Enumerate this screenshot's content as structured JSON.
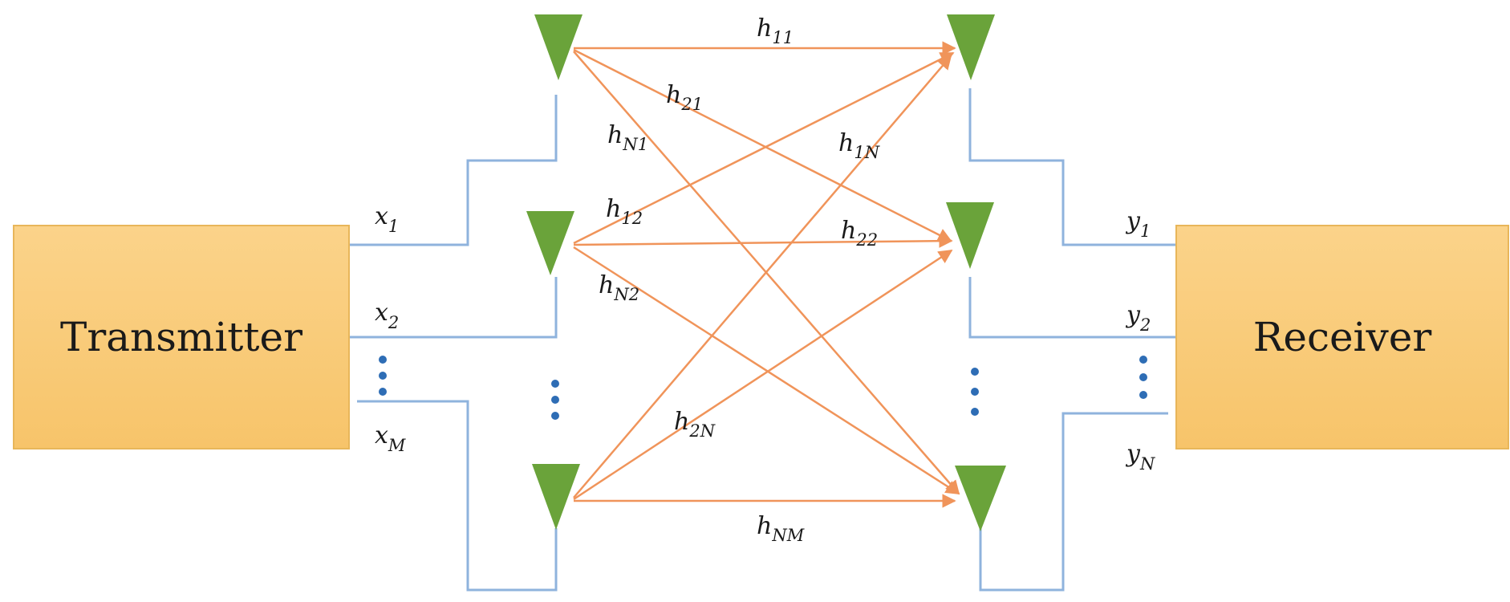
{
  "blocks": {
    "transmitter": "Transmitter",
    "receiver": "Receiver"
  },
  "inputs": [
    {
      "sym": "x",
      "sub": "1"
    },
    {
      "sym": "x",
      "sub": "2"
    },
    {
      "sym": "x",
      "sub": "M"
    }
  ],
  "outputs": [
    {
      "sym": "y",
      "sub": "1"
    },
    {
      "sym": "y",
      "sub": "2"
    },
    {
      "sym": "y",
      "sub": "N"
    }
  ],
  "channels": [
    {
      "sym": "h",
      "sub": "11"
    },
    {
      "sym": "h",
      "sub": "21"
    },
    {
      "sym": "h",
      "sub": "N1"
    },
    {
      "sym": "h",
      "sub": "1N"
    },
    {
      "sym": "h",
      "sub": "12"
    },
    {
      "sym": "h",
      "sub": "22"
    },
    {
      "sym": "h",
      "sub": "N2"
    },
    {
      "sym": "h",
      "sub": "2N"
    },
    {
      "sym": "h",
      "sub": "NM"
    }
  ],
  "colors": {
    "block_fill": "#f7c46a",
    "antenna": "#6aa33a",
    "channel_arrow": "#f0945a",
    "wire": "#8fb3dd",
    "dots": "#2e6db5"
  }
}
